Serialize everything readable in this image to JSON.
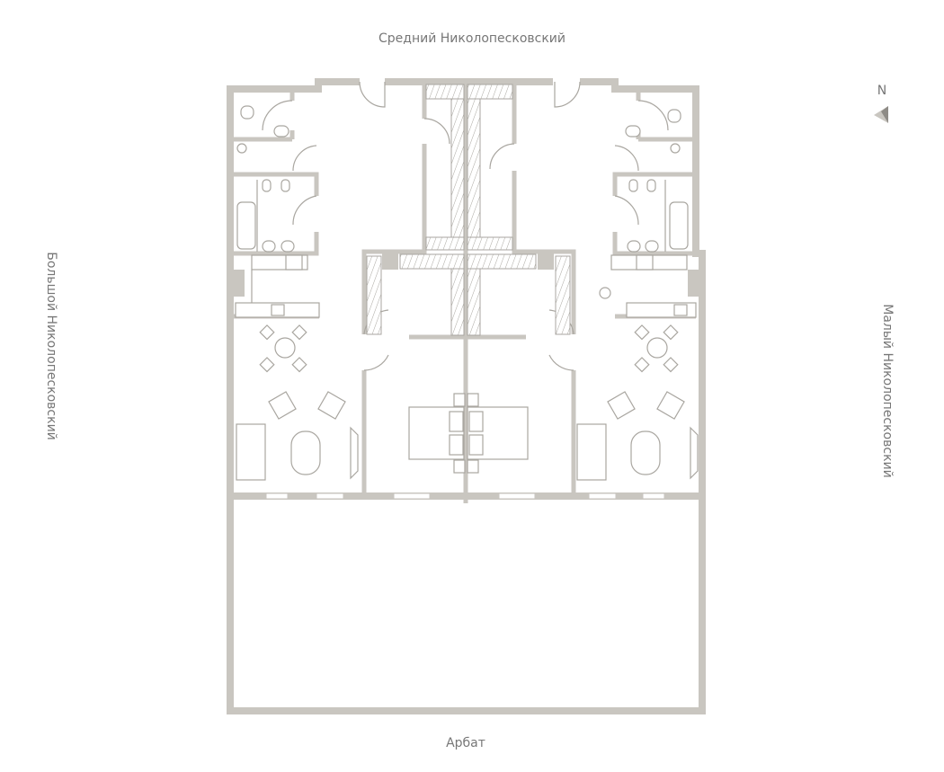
{
  "streets": {
    "top": "Средний Николопесковский",
    "bottom": "Арбат",
    "left": "Большой Николопесковский",
    "right": "Малый Николопесковский"
  },
  "compass": {
    "label": "N"
  },
  "colors": {
    "wall": "#c9c6c0",
    "line": "#a9a6a0",
    "text": "#777777"
  }
}
